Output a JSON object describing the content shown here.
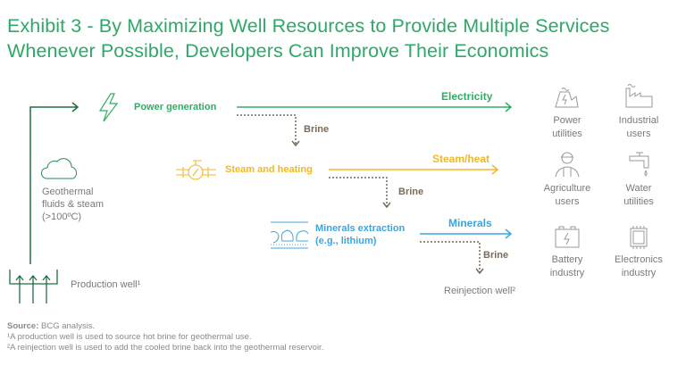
{
  "title": {
    "line1": "Exhibit 3 - By Maximizing Well Resources to Provide Multiple Services",
    "line2": "Whenever Possible, Developers Can Improve Their Economics"
  },
  "flow": {
    "production_well": "Production well¹",
    "geothermal": [
      "Geothermal",
      "fluids & steam",
      "(>100ºC)"
    ],
    "power_generation": "Power generation",
    "electricity": "Electricity",
    "brine1": "Brine",
    "steam_heating": "Steam and heating",
    "steam_heat": "Steam/heat",
    "brine2": "Brine",
    "minerals_extraction": [
      "Minerals extraction",
      "(e.g., lithium)"
    ],
    "minerals": "Minerals",
    "brine3": "Brine",
    "reinjection_well": "Reinjection well²"
  },
  "users": [
    {
      "label": [
        "Power",
        "utilities"
      ],
      "icon": "power-plant-icon"
    },
    {
      "label": [
        "Industrial",
        "users"
      ],
      "icon": "factory-icon"
    },
    {
      "label": [
        "Agriculture",
        "users"
      ],
      "icon": "farmer-icon"
    },
    {
      "label": [
        "Water",
        "utilities"
      ],
      "icon": "faucet-icon"
    },
    {
      "label": [
        "Battery",
        "industry"
      ],
      "icon": "battery-icon"
    },
    {
      "label": [
        "Electronics",
        "industry"
      ],
      "icon": "chip-icon"
    }
  ],
  "footer": {
    "source_label": "Source:",
    "source_text": " BCG analysis.",
    "note1": "¹A production well is used to source hot brine for geothermal use.",
    "note2": "²A reinjection well is used to add the cooled brine back into the geothermal reservoir."
  },
  "colors": {
    "green": "#2fae62",
    "dark_green": "#1f6e42",
    "yellow": "#f0b92a",
    "blue": "#3ca6dc",
    "brown": "#7a6a59"
  }
}
